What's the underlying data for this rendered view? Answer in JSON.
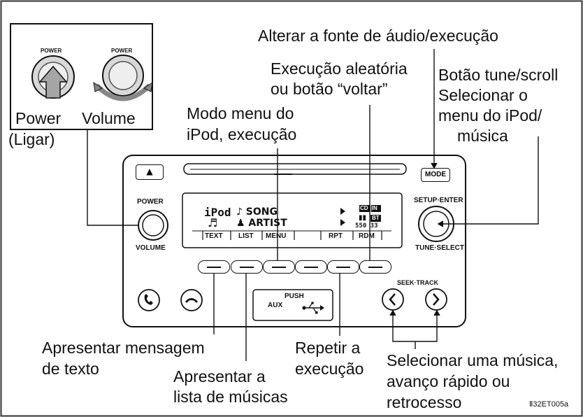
{
  "callouts": {
    "alterar_fonte": "Alterar a fonte de áudio/execução",
    "aleatoria_1": "Execução aleatória",
    "aleatoria_2": "ou botão “voltar”",
    "tune_1": "Botão tune/scroll",
    "tune_2": "Selecionar o",
    "tune_3": "menu do iPod/",
    "tune_4": "música",
    "modo_menu_1": "Modo menu do",
    "modo_menu_2": "iPod, execução",
    "power": "Power",
    "ligar": "(Ligar)",
    "volume": "Volume",
    "apresentar_msg_1": "Apresentar mensagem",
    "apresentar_msg_2": "de texto",
    "apresentar_lista_1": "Apresentar a",
    "apresentar_lista_2": "lista de músicas",
    "repetir_1": "Repetir a",
    "repetir_2": "execução",
    "selecionar_1": "Selecionar uma música,",
    "selecionar_2": "avanço rápido ou",
    "selecionar_3": "retrocesso"
  },
  "inset": {
    "power_knob_label": "POWER",
    "volume_knob_label": "POWER"
  },
  "unit": {
    "eject_symbol": "▲",
    "mode_button": "MODE",
    "power_label": "POWER",
    "volume_label": "VOLUME",
    "setup_enter_label": "SETUP·ENTER",
    "tune_select_label": "TUNE·SELECT",
    "seek_track_label": "SEEK·TRACK",
    "push_label": "PUSH",
    "aux_label": "AUX"
  },
  "display": {
    "ipod": "iPod",
    "song": "♪ SONG",
    "artist": "♟ ARTIST",
    "music_icon": "♬",
    "indicator_1": "CD IN",
    "indicator_2": "BT",
    "indicator_3": "550 33",
    "softkeys": [
      "TEXT",
      "LIST",
      "MENU",
      "",
      "RPT",
      "RDM"
    ]
  },
  "figure_code": "Ⅱ32ET005a"
}
